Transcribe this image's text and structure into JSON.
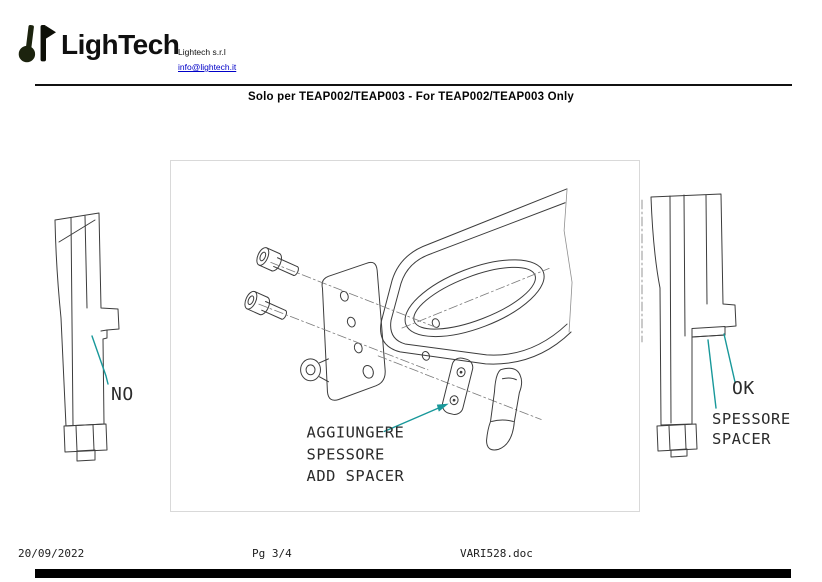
{
  "header": {
    "logo_text": "LighTech",
    "company_name": "Lightech s.r.l",
    "email": "info@lightech.it",
    "title": "Solo per TEAP002/TEAP003  - For TEAP002/TEAP003 Only"
  },
  "diagrams": {
    "wrong": {
      "label": "NO"
    },
    "exploded": {
      "instruction_line1": "AGGIUNGERE",
      "instruction_line2": "SPESSORE",
      "instruction_line3": "ADD SPACER"
    },
    "correct": {
      "label": "OK",
      "spacer_line1": "SPESSORE",
      "spacer_line2": "SPACER"
    }
  },
  "footer": {
    "date": "20/09/2022",
    "page_number": "Pg 3/4",
    "document_name": "VARI528.doc"
  },
  "colors": {
    "leader_accent": "#18989a",
    "link_blue": "#0000c8",
    "drawing_line": "#3c3c3c"
  }
}
